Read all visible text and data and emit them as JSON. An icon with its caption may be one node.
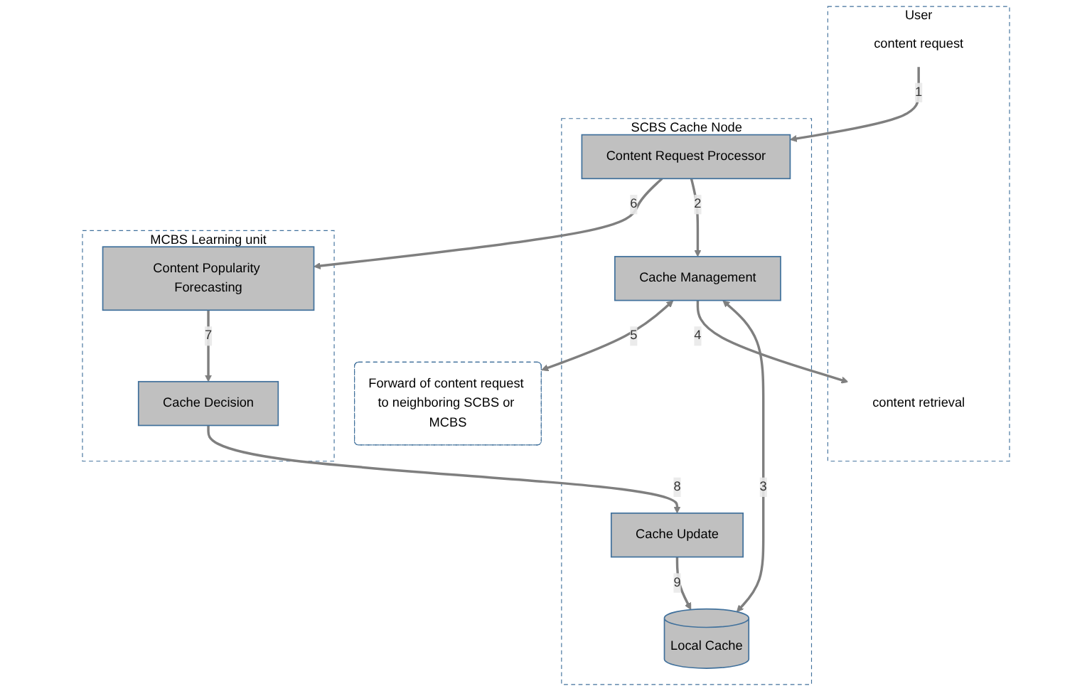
{
  "diagram": {
    "nodes": [
      {
        "text": [
          "SCBS Cache Node"
        ]
      },
      {
        "text": [
          "Local Cache"
        ],
        "in": 0
      },
      {
        "text": [
          "Cache Update"
        ],
        "in": 0
      },
      {
        "text": [
          "Cache Management"
        ],
        "in": 0
      },
      {
        "text": [
          "Content Request Processor"
        ],
        "in": 0
      },
      {
        "text": [
          "MCBS Learning unit"
        ]
      },
      {
        "text": [
          "Content Popularity Forecasting"
        ],
        "in": 5
      },
      {
        "text": [
          "Cache Decision"
        ],
        "in": 5
      },
      {
        "text": [
          "User"
        ]
      },
      {
        "text": [
          "content retrieval"
        ],
        "in": 8
      },
      {
        "text": [
          "content request"
        ],
        "in": 8
      },
      {
        "text": [
          "Forward of content request to neighboring SCBS or MCBS"
        ]
      }
    ],
    "edges": [
      {
        "from": 10,
        "to": 4,
        "arrow": "to",
        "label": "1"
      },
      {
        "from": 4,
        "to": 3,
        "arrow": "to",
        "label": "2"
      },
      {
        "from": 3,
        "to": 1,
        "arrow": "both",
        "label": "3"
      },
      {
        "from": 3,
        "to": 9,
        "arrow": "to",
        "label": "4"
      },
      {
        "from": 3,
        "to": 11,
        "arrow": "both",
        "label": "5"
      },
      {
        "from": 4,
        "to": 6,
        "arrow": "to",
        "label": "6"
      },
      {
        "from": 6,
        "to": 7,
        "arrow": "to",
        "label": "7"
      },
      {
        "from": 7,
        "to": 2,
        "arrow": "to",
        "label": "8"
      },
      {
        "from": 2,
        "to": 1,
        "arrow": "to",
        "label": "9"
      }
    ]
  }
}
